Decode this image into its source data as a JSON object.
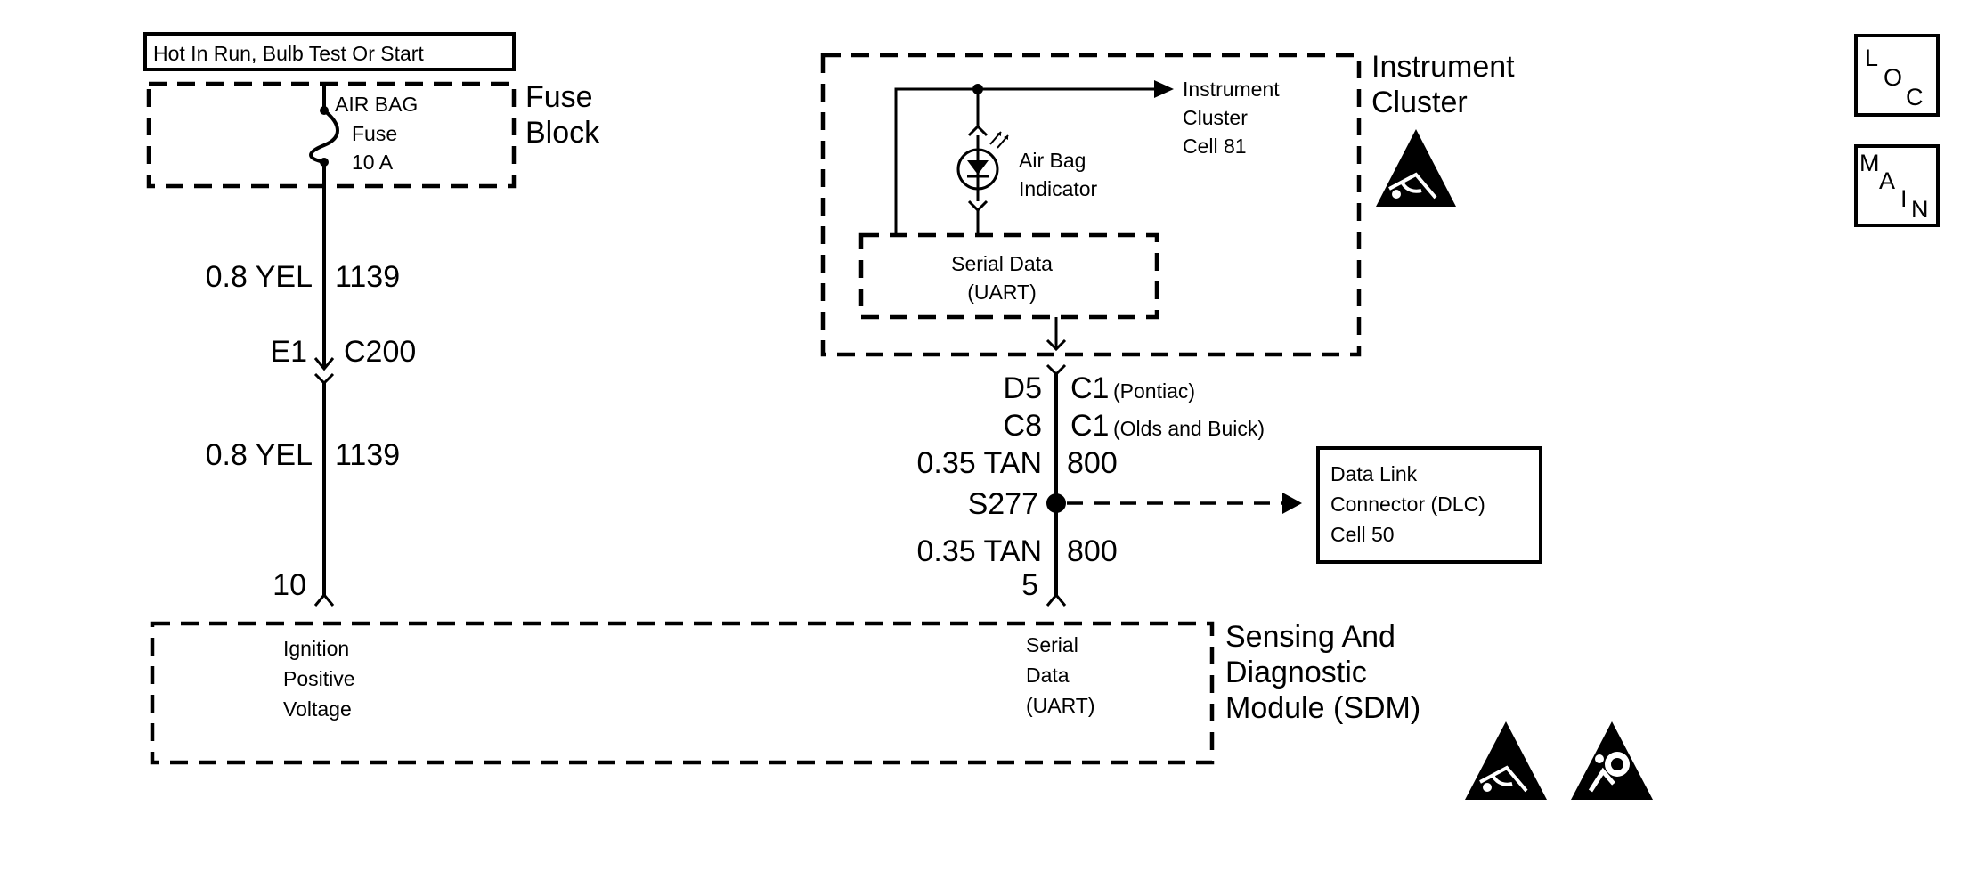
{
  "power_source": {
    "label": "Hot In Run, Bulb Test Or Start"
  },
  "fuse_block": {
    "title_line1": "Fuse",
    "title_line2": "Block",
    "fuse_name": "AIR BAG",
    "fuse_word": "Fuse",
    "fuse_rating": "10 A"
  },
  "wire_left": {
    "upper_gauge": "0.8 YEL",
    "upper_circuit": "1139",
    "connector_pin": "E1",
    "connector_id": "C200",
    "lower_gauge": "0.8 YEL",
    "lower_circuit": "1139",
    "sdm_pin": "10"
  },
  "instrument_cluster": {
    "title_line1": "Instrument",
    "title_line2": "Cluster",
    "ref_line1": "Instrument",
    "ref_line2": "Cluster",
    "ref_line3": "Cell 81",
    "indicator_line1": "Air Bag",
    "indicator_line2": "Indicator",
    "serial_line1": "Serial Data",
    "serial_line2": "(UART)"
  },
  "wire_right": {
    "pin_pontiac": "D5",
    "conn_pontiac": "C1",
    "note_pontiac": "(Pontiac)",
    "pin_olds": "C8",
    "conn_olds": "C1",
    "note_olds": "(Olds and Buick)",
    "upper_gauge": "0.35 TAN",
    "upper_circuit": "800",
    "splice": "S277",
    "lower_gauge": "0.35 TAN",
    "lower_circuit": "800",
    "sdm_pin": "5"
  },
  "dlc": {
    "line1": "Data Link",
    "line2": "Connector (DLC)",
    "line3": "Cell 50"
  },
  "sdm": {
    "title_line1": "Sensing And",
    "title_line2": "Diagnostic",
    "title_line3": "Module (SDM)",
    "ign_line1": "Ignition",
    "ign_line2": "Positive",
    "ign_line3": "Voltage",
    "serial_line1": "Serial",
    "serial_line2": "Data",
    "serial_line3": "(UART)"
  },
  "nav": {
    "loc_l": "L",
    "loc_o": "O",
    "loc_c": "C",
    "main_m": "M",
    "main_a": "A",
    "main_i": "I",
    "main_n": "N"
  },
  "icons": [
    "esd-warning-icon",
    "airbag-warning-icon"
  ]
}
